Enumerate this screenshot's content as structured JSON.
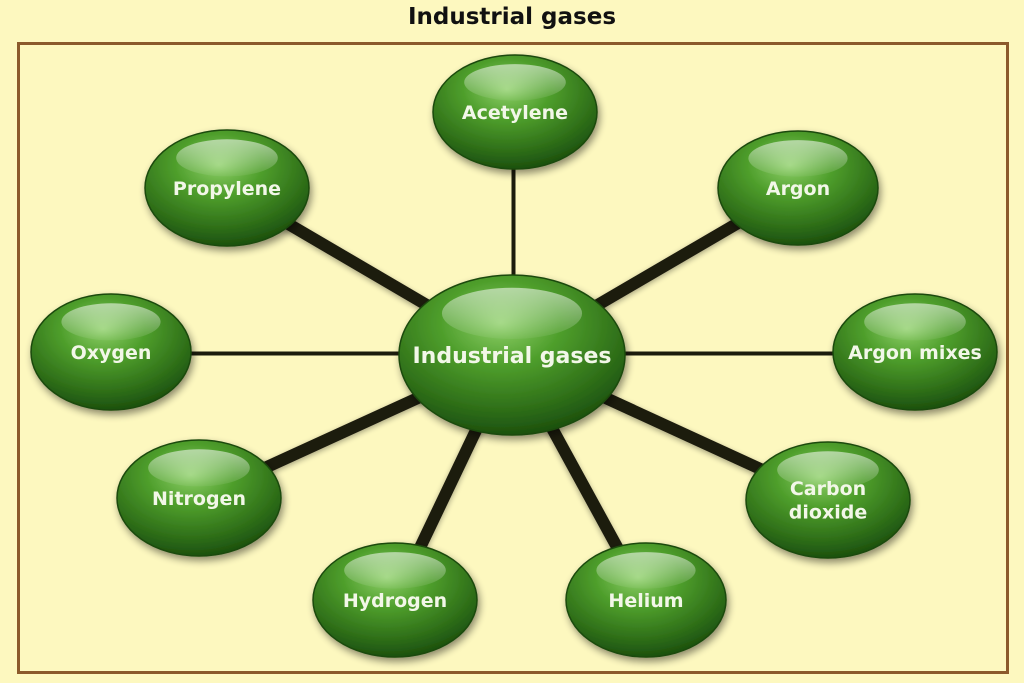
{
  "title": "Industrial gases",
  "center": {
    "label": "Industrial gases"
  },
  "nodes": [
    {
      "id": "acetylene",
      "lines": [
        "Acetylene"
      ]
    },
    {
      "id": "argon",
      "lines": [
        "Argon"
      ]
    },
    {
      "id": "argon-mixes",
      "lines": [
        "Argon mixes"
      ]
    },
    {
      "id": "carbon-dioxide",
      "lines": [
        "Carbon",
        "dioxide"
      ]
    },
    {
      "id": "helium",
      "lines": [
        "Helium"
      ]
    },
    {
      "id": "hydrogen",
      "lines": [
        "Hydrogen"
      ]
    },
    {
      "id": "nitrogen",
      "lines": [
        "Nitrogen"
      ]
    },
    {
      "id": "oxygen",
      "lines": [
        "Oxygen"
      ]
    },
    {
      "id": "propylene",
      "lines": [
        "Propylene"
      ]
    }
  ],
  "colors": {
    "background": "#fdf8bf",
    "frame": "#8b5a2b",
    "node_light": "#8fd06a",
    "node_mid": "#3f8d22",
    "node_dark": "#17470b",
    "connector": "#1c1a10",
    "label": "#f2f7e8"
  }
}
